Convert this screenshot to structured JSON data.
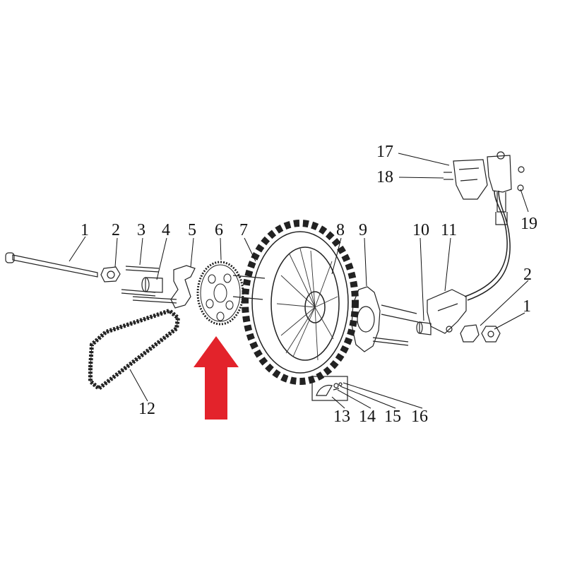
{
  "diagram": {
    "callouts": [
      {
        "id": "1",
        "label": "1"
      },
      {
        "id": "2",
        "label": "2"
      },
      {
        "id": "3",
        "label": "3"
      },
      {
        "id": "4",
        "label": "4"
      },
      {
        "id": "5",
        "label": "5"
      },
      {
        "id": "6",
        "label": "6"
      },
      {
        "id": "7",
        "label": "7"
      },
      {
        "id": "8",
        "label": "8"
      },
      {
        "id": "9",
        "label": "9"
      },
      {
        "id": "10",
        "label": "10"
      },
      {
        "id": "11",
        "label": "11"
      },
      {
        "id": "12",
        "label": "12"
      },
      {
        "id": "13",
        "label": "13"
      },
      {
        "id": "14",
        "label": "14"
      },
      {
        "id": "15",
        "label": "15"
      },
      {
        "id": "16",
        "label": "16"
      },
      {
        "id": "17",
        "label": "17"
      },
      {
        "id": "18",
        "label": "18"
      },
      {
        "id": "19",
        "label": "19"
      },
      {
        "id": "2b",
        "label": "2"
      },
      {
        "id": "1b",
        "label": "1"
      }
    ],
    "highlight_arrow": {
      "color": "#e3232b",
      "points_to": "6"
    },
    "line_color": "#222222"
  }
}
